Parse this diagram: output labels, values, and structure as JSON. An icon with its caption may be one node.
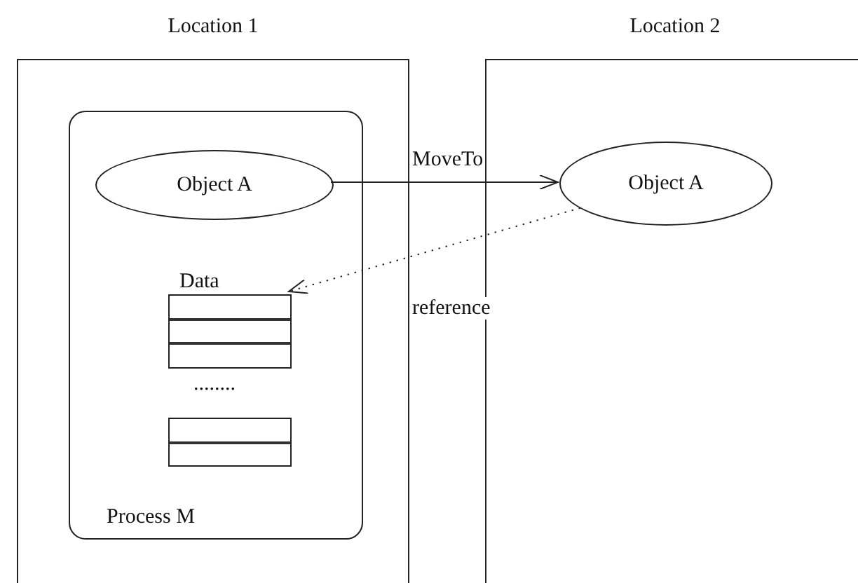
{
  "diagram": {
    "nodes": [
      {
        "text": [
          "Location 1"
        ]
      },
      {
        "text": [
          "Process M"
        ],
        "in": 0
      },
      {
        "text": [
          "Object A"
        ],
        "in": 1
      },
      {
        "text": [
          "Data"
        ],
        "in": 1
      },
      {
        "text": [],
        "shape": "box",
        "in": 1
      },
      {
        "text": [
          "Location 2"
        ]
      },
      {
        "text": [
          "Object A"
        ],
        "in": 5
      }
    ],
    "edges": [
      {
        "from": 2,
        "to": 6,
        "arrow": "to",
        "label": "MoveTo"
      },
      {
        "from": 6,
        "to": 3,
        "arrow": "to",
        "label": "reference",
        "style": "dashed"
      }
    ],
    "labels": [
      "........"
    ]
  }
}
